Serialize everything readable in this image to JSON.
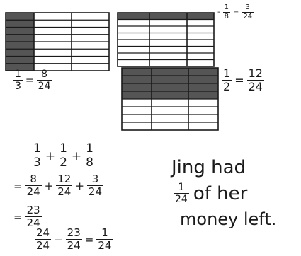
{
  "annotations": {
    "one_third": {
      "num": "1",
      "den": "3",
      "eq_num": "8",
      "eq_den": "24"
    },
    "one_eighth": {
      "num": "1",
      "den": "8",
      "eq_num": "3",
      "eq_den": "24"
    },
    "one_half": {
      "num": "1",
      "den": "2",
      "eq_num": "12",
      "eq_den": "24"
    }
  },
  "work": {
    "line1": {
      "f1n": "1",
      "f1d": "3",
      "op1": "+",
      "f2n": "1",
      "f2d": "2",
      "op2": "+",
      "f3n": "1",
      "f3d": "8"
    },
    "line2": {
      "eq": "=",
      "f1n": "8",
      "f1d": "24",
      "op1": "+",
      "f2n": "12",
      "f2d": "24",
      "op2": "+",
      "f3n": "3",
      "f3d": "24"
    },
    "line3": {
      "eq": "=",
      "fn": "23",
      "fd": "24"
    },
    "line4": {
      "f1n": "24",
      "f1d": "24",
      "op": "−",
      "f2n": "23",
      "f2d": "24",
      "eq": "=",
      "f3n": "1",
      "f3d": "24"
    }
  },
  "conclusion": {
    "line1": "Jing had",
    "frac_num": "1",
    "frac_den": "24",
    "line2_rest": "of her",
    "line3": "money left."
  },
  "colors": {
    "ink": "#1a1a1a",
    "shade": "#555555"
  }
}
